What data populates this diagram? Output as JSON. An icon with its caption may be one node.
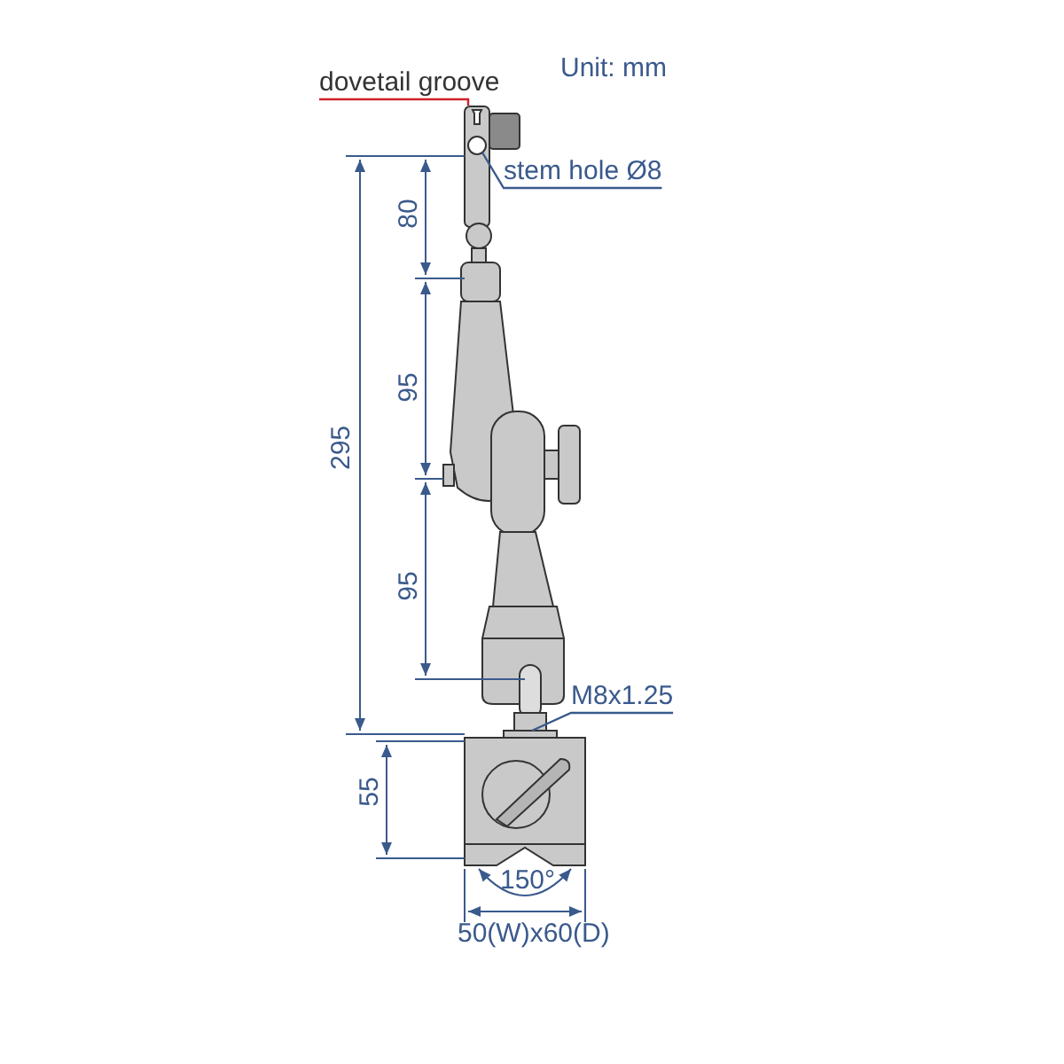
{
  "diagram": {
    "nodes": [
      {
        "text": [
          "dovetail groove"
        ]
      },
      {
        "text": [
          "stem hole Ø8"
        ]
      },
      {
        "text": [
          "M8x1.25"
        ]
      }
    ],
    "edges": [
      {
        "from": 0,
        "to": null,
        "arrow": "none",
        "color": "#d0202a"
      },
      {
        "from": 1,
        "to": null,
        "arrow": "none"
      },
      {
        "from": 2,
        "to": null,
        "arrow": "none"
      }
    ],
    "labels": [
      "Unit: mm",
      "80",
      "295",
      "95",
      "95",
      "55",
      "150°",
      "50(W)x60(D)"
    ]
  }
}
